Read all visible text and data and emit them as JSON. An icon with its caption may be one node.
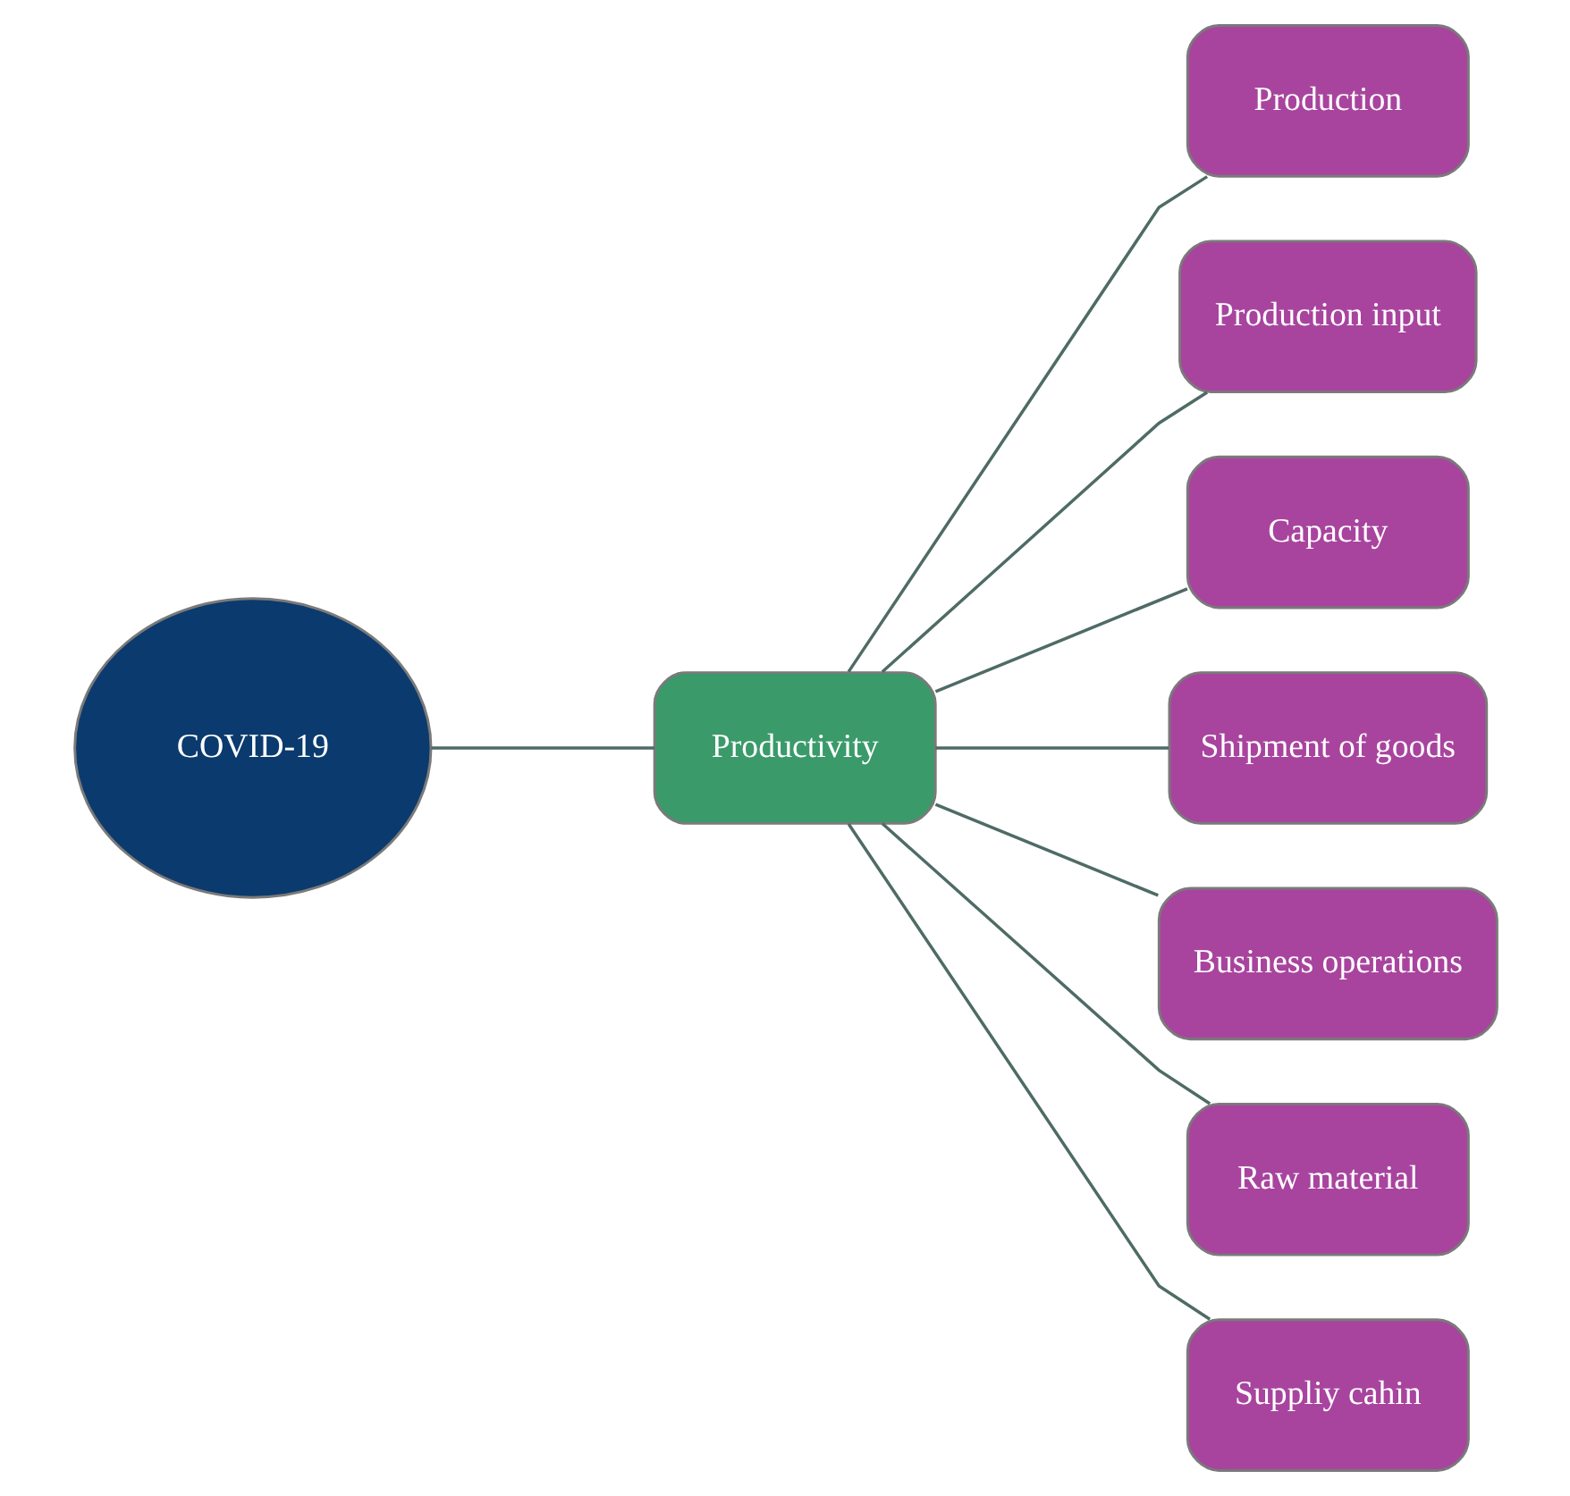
{
  "diagram": {
    "nodes": [
      {
        "text": [
          "COVID-19"
        ]
      },
      {
        "text": [
          "Productivity"
        ]
      },
      {
        "text": [
          "Production"
        ]
      },
      {
        "text": [
          "Production input"
        ]
      },
      {
        "text": [
          "Capacity"
        ]
      },
      {
        "text": [
          "Shipment of goods"
        ]
      },
      {
        "text": [
          "Business operations"
        ]
      },
      {
        "text": [
          "Raw material"
        ]
      },
      {
        "text": [
          "Suppliy cahin"
        ]
      }
    ],
    "edges": [
      {
        "from": 0,
        "to": 1,
        "arrow": "none"
      },
      {
        "from": 1,
        "to": 2,
        "arrow": "none"
      },
      {
        "from": 1,
        "to": 3,
        "arrow": "none"
      },
      {
        "from": 1,
        "to": 4,
        "arrow": "none"
      },
      {
        "from": 1,
        "to": 5,
        "arrow": "none"
      },
      {
        "from": 1,
        "to": 6,
        "arrow": "none"
      },
      {
        "from": 1,
        "to": 7,
        "arrow": "none"
      },
      {
        "from": 1,
        "to": 8,
        "arrow": "none"
      }
    ]
  }
}
